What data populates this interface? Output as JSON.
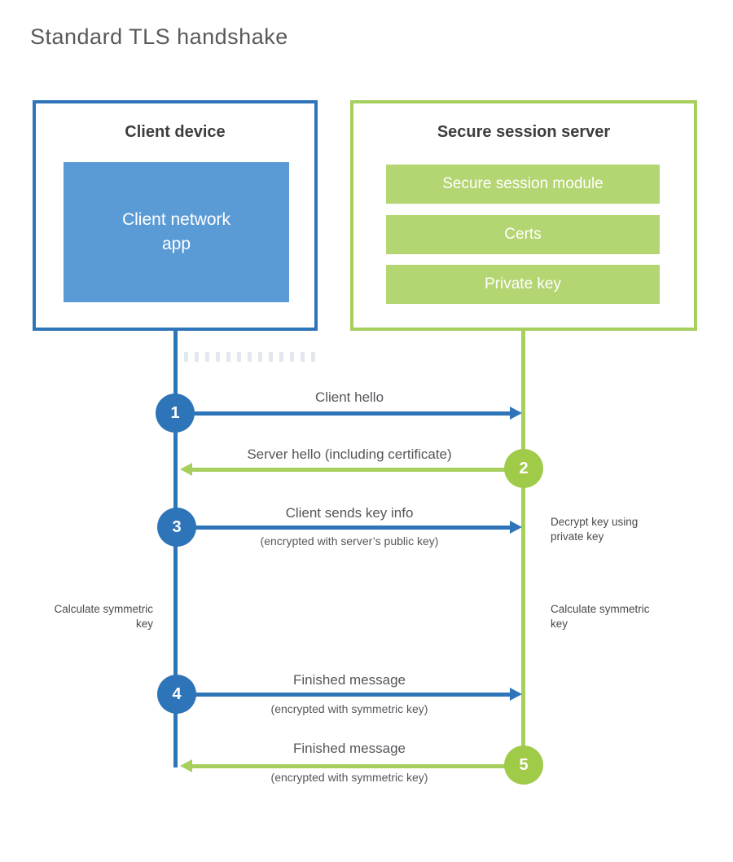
{
  "title": "Standard TLS handshake",
  "colors": {
    "blue": "#2e74b8",
    "blue_light": "#5b9bd5",
    "green": "#a6cf5d",
    "green_circle": "#9fcb49",
    "green_bar": "#b3d572",
    "heading_text": "#3d3d3d",
    "label_text": "#55565a"
  },
  "client": {
    "title": "Client device",
    "app": "Client network app"
  },
  "server": {
    "title": "Secure session server",
    "modules": [
      "Secure session module",
      "Certs",
      "Private key"
    ]
  },
  "steps": [
    {
      "num": "1",
      "label": "Client hello",
      "sublabel": ""
    },
    {
      "num": "2",
      "label": "Server hello (including certificate)",
      "sublabel": ""
    },
    {
      "num": "3",
      "label": "Client sends key info",
      "sublabel": "(encrypted with server’s public key)"
    },
    {
      "num": "4",
      "label": "Finished message",
      "sublabel": "(encrypted with symmetric key)"
    },
    {
      "num": "5",
      "label": "Finished message",
      "sublabel": "(encrypted with symmetric key)"
    }
  ],
  "notes": {
    "decrypt": "Decrypt key using private key",
    "calc_left": "Calculate symmetric key",
    "calc_right": "Calculate symmetric key"
  }
}
